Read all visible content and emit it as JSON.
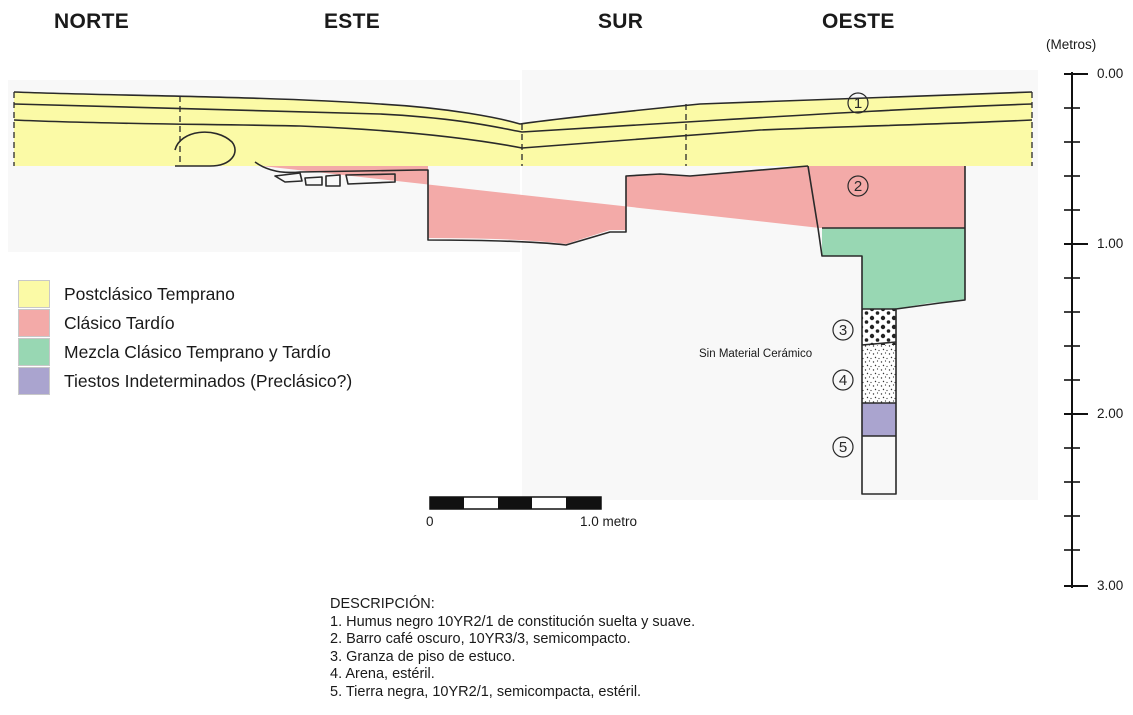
{
  "headers": {
    "norte": "NORTE",
    "este": "ESTE",
    "sur": "SUR",
    "oeste": "OESTE"
  },
  "legend": [
    {
      "label": "Postclásico Temprano",
      "color": "#fbfaa6"
    },
    {
      "label": "Clásico Tardío",
      "color": "#f3aaa8"
    },
    {
      "label": "Mezcla Clásico Temprano y Tardío",
      "color": "#98d7b3"
    },
    {
      "label": "Tiestos Indeterminados (Preclásico?)",
      "color": "#aaa4cf"
    }
  ],
  "layer_markers": [
    "1",
    "2",
    "3",
    "4",
    "5"
  ],
  "sin_material": "Sin Material Cerámico",
  "scale_bar": {
    "start": "0",
    "end": "1.0 metro"
  },
  "meter_scale": {
    "unit": "(Metros)",
    "ticks": [
      "0.00",
      "1.00",
      "2.00",
      "3.00"
    ]
  },
  "description": {
    "title": "DESCRIPCIÓN:",
    "items": [
      "1. Humus negro 10YR2/1 de constitución suelta y suave.",
      "2. Barro café oscuro, 10YR3/3, semicompacto.",
      "3. Granza de piso de estuco.",
      "4. Arena, estéril.",
      "5. Tierra negra, 10YR2/1, semicompacta, estéril."
    ]
  }
}
